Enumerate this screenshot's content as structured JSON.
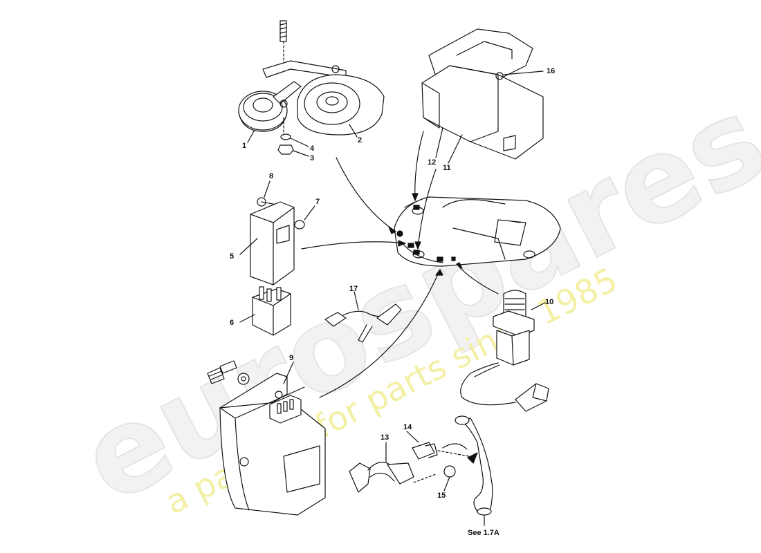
{
  "watermark": {
    "brand": "eurospares",
    "tagline": "a passion for parts since 1985",
    "tagline_color": "#f3f0a6"
  },
  "callouts": {
    "c1": "1",
    "c2": "2",
    "c3": "3",
    "c4": "4",
    "c5": "5",
    "c6": "6",
    "c7": "7",
    "c8": "8",
    "c9": "9",
    "c10": "10",
    "c11": "11",
    "c12": "12",
    "c13": "13",
    "c14": "14",
    "c15": "15",
    "c16": "16",
    "c17": "17"
  },
  "reference_note": "See 1.7A"
}
